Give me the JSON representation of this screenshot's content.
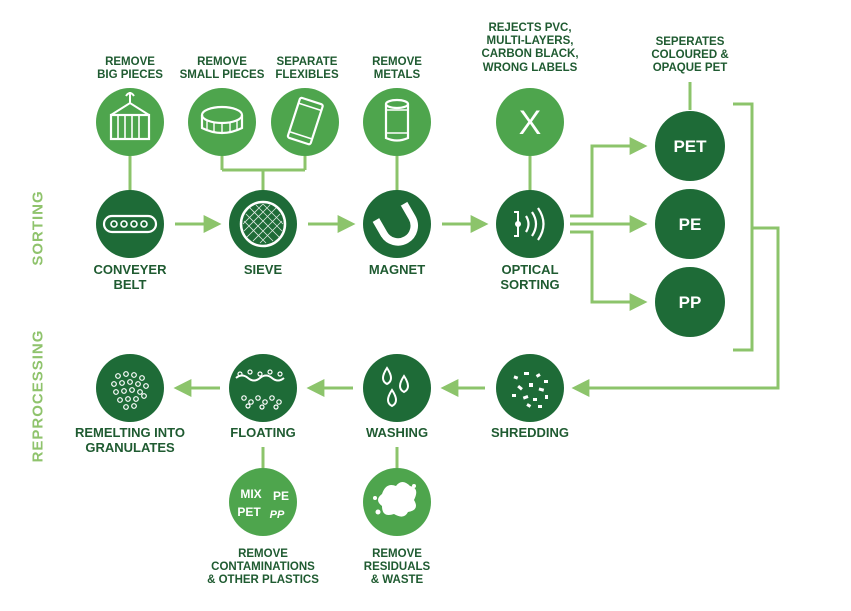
{
  "sections": {
    "sorting": "SORTING",
    "reprocessing": "REPROCESSING"
  },
  "sorting_steps": [
    {
      "label": "CONVEYER\nBELT",
      "icon": "conveyor-belt-icon"
    },
    {
      "label": "SIEVE",
      "icon": "sieve-icon"
    },
    {
      "label": "MAGNET",
      "icon": "magnet-icon"
    },
    {
      "label": "OPTICAL\nSORTING",
      "icon": "optical-sensor-icon"
    }
  ],
  "sorting_actions": [
    {
      "label": "REMOVE\nBIG PIECES",
      "icon": "container-crane-icon"
    },
    {
      "label": "REMOVE\nSMALL PIECES",
      "icon": "bottle-cap-icon"
    },
    {
      "label": "SEPARATE\nFLEXIBLES",
      "icon": "plastic-bag-icon"
    },
    {
      "label": "REMOVE\nMETALS",
      "icon": "metal-can-icon"
    },
    {
      "label": "REJECTS PVC,\nMULTI-LAYERS,\nCARBON BLACK,\nWRONG LABELS",
      "icon": "reject-x-icon",
      "glyph": "X"
    }
  ],
  "materials": [
    {
      "label": "PET"
    },
    {
      "label": "PE"
    },
    {
      "label": "PP"
    }
  ],
  "pet_note": "SEPERATES\nCOLOURED &\nOPAQUE PET",
  "reprocessing_steps": [
    {
      "label": "SHREDDING",
      "icon": "shredded-flakes-icon"
    },
    {
      "label": "WASHING",
      "icon": "water-drops-icon"
    },
    {
      "label": "FLOATING",
      "icon": "floating-particles-icon"
    },
    {
      "label": "REMELTING INTO\nGRANULATES",
      "icon": "granulates-icon"
    }
  ],
  "reprocessing_actions": [
    {
      "label": "REMOVE\nRESIDUALS\n& WASTE",
      "icon": "waste-splash-icon"
    },
    {
      "label": "REMOVE\nCONTAMINATIONS\n& OTHER PLASTICS",
      "icon": "mixed-plastics-icon",
      "words": [
        "MIX",
        "PE",
        "PET",
        "PP"
      ]
    }
  ],
  "colors": {
    "dark_green": "#1e6b37",
    "light_green": "#4ea54d",
    "connector": "#8cc46b",
    "text": "#1f5b31",
    "section": "#8fc36c"
  }
}
